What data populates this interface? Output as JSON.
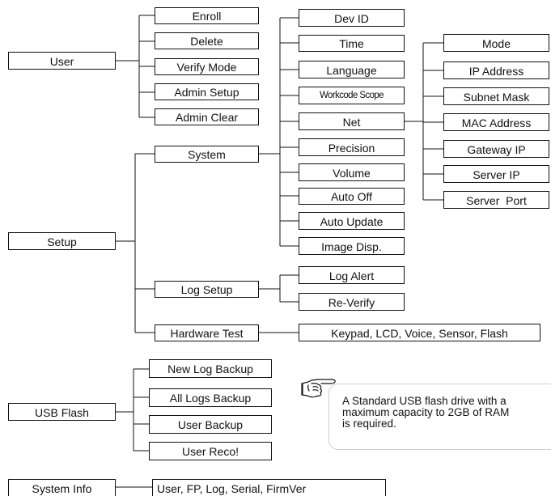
{
  "tree": {
    "user": {
      "label": "User",
      "children": [
        "Enroll",
        "Delete",
        "Verify Mode",
        "Admin Setup",
        "Admin Clear"
      ]
    },
    "setup": {
      "label": "Setup",
      "system": {
        "label": "System",
        "children": [
          "Dev ID",
          "Time",
          "Language",
          "Workcode Scope",
          "Net",
          "Precision",
          "Volume",
          "Auto Off",
          "Auto Update",
          "Image Disp."
        ],
        "net": {
          "children": [
            "Mode",
            "IP Address",
            "Subnet Mask",
            "MAC Address",
            "Gateway IP",
            "Server IP",
            "Server  Port"
          ]
        }
      },
      "log_setup": {
        "label": "Log Setup",
        "children": [
          "Log Alert",
          "Re-Verify"
        ]
      },
      "hardware_test": {
        "label": "Hardware Test",
        "detail": "Keypad, LCD, Voice, Sensor, Flash"
      }
    },
    "usb_flash": {
      "label": "USB Flash",
      "children": [
        "New Log Backup",
        "All Logs Backup",
        "User Backup",
        "User Reco!"
      ]
    },
    "system_info": {
      "label": "System Info",
      "detail": "User, FP, Log, Serial, FirmVer"
    }
  },
  "note": {
    "icon": "pointing-hand-icon",
    "lines": [
      "A Standard USB flash drive with a",
      "maximum capacity to 2GB of RAM",
      "is required."
    ]
  }
}
